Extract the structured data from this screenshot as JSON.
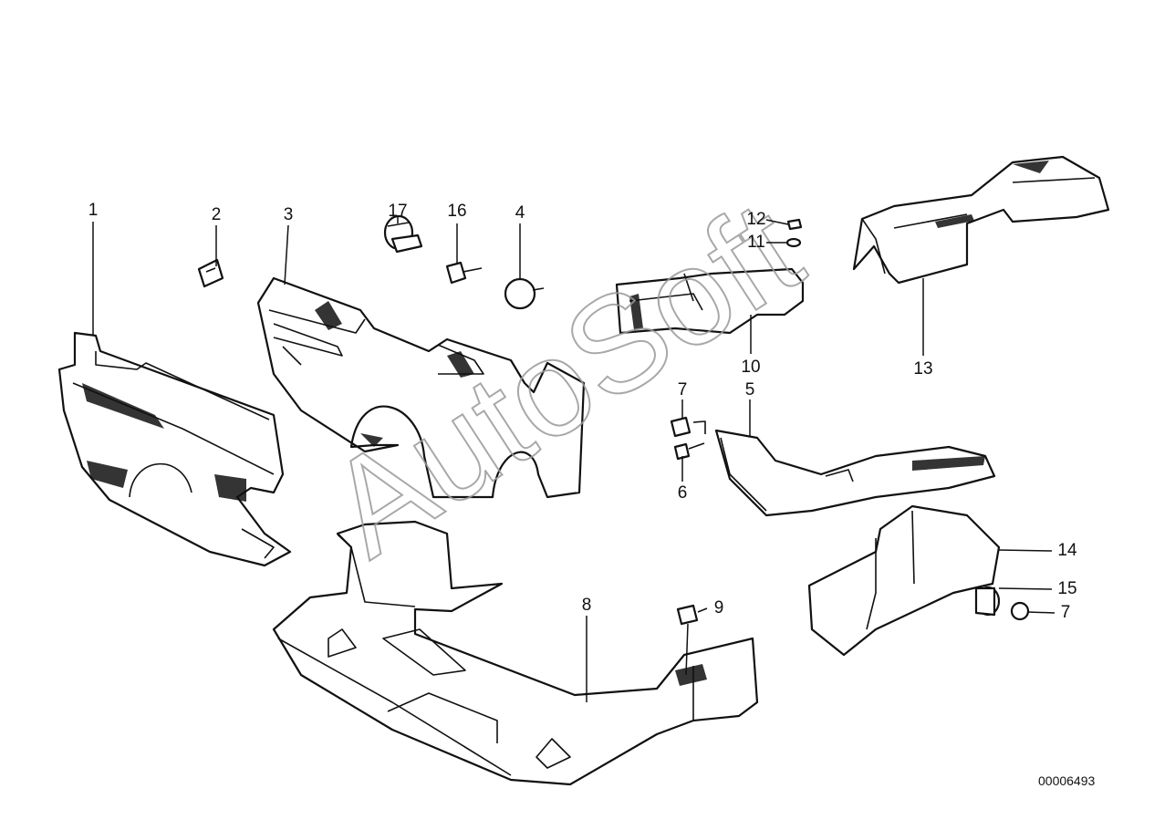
{
  "diagram": {
    "id": "00006493",
    "watermark": "AutoSoft",
    "callouts": [
      "1",
      "2",
      "3",
      "4",
      "5",
      "6",
      "7",
      "7",
      "8",
      "9",
      "10",
      "11",
      "12",
      "13",
      "14",
      "15",
      "16",
      "17"
    ]
  }
}
